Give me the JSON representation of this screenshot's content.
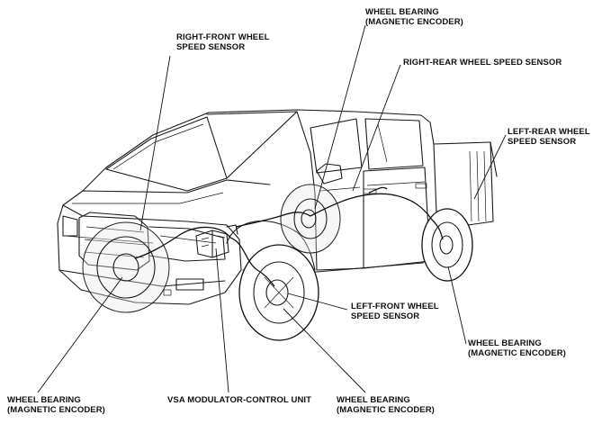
{
  "labels": {
    "right_front_sensor": [
      "RIGHT-FRONT WHEEL",
      "SPEED SENSOR"
    ],
    "top_wheel_bearing": [
      "WHEEL BEARING",
      "(MAGNETIC ENCODER)"
    ],
    "right_rear_sensor": [
      "RIGHT-REAR WHEEL SPEED SENSOR"
    ],
    "left_rear_sensor": [
      "LEFT-REAR WHEEL",
      "SPEED SENSOR"
    ],
    "left_front_sensor": [
      "LEFT-FRONT WHEEL",
      "SPEED SENSOR"
    ],
    "rear_wheel_bearing": [
      "WHEEL BEARING",
      "(MAGNETIC ENCODER)"
    ],
    "front_left_bearing": [
      "WHEEL BEARING",
      "(MAGNETIC ENCODER)"
    ],
    "vsa_unit": [
      "VSA MODULATOR-CONTROL UNIT"
    ],
    "front_wheel_bearing": [
      "WHEEL BEARING",
      "(MAGNETIC ENCODER)"
    ]
  }
}
